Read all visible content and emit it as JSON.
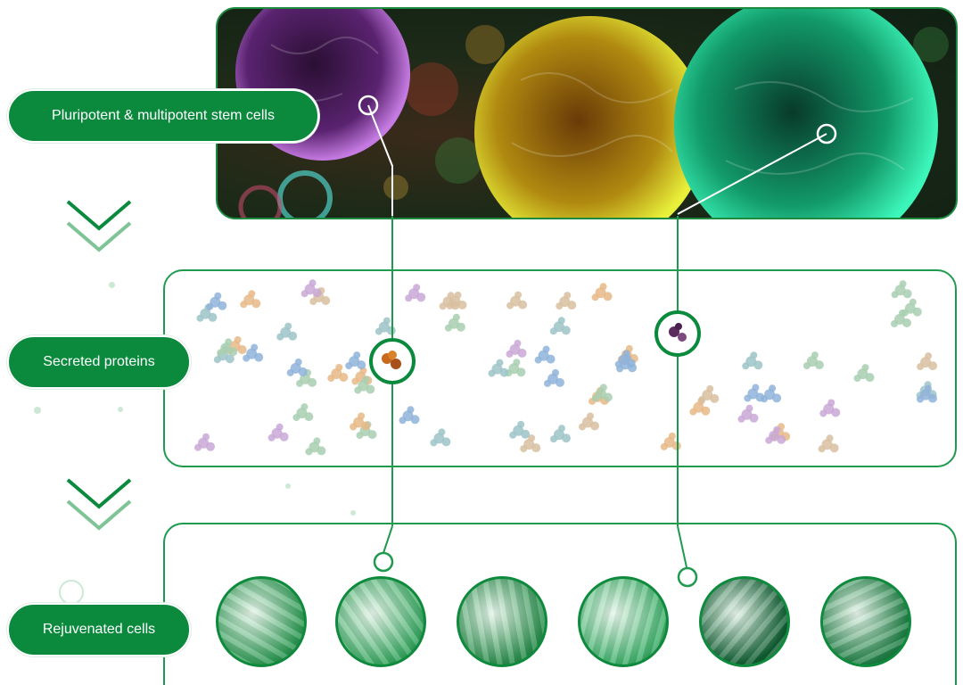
{
  "labels": {
    "stem": "Pluripotent & multipotent stem cells",
    "proteins": "Secreted proteins",
    "rejuvenated": "Rejuvenated cells"
  },
  "colors": {
    "brand_green": "#0b8a3e",
    "panel_border": "#1f9a4f",
    "stem_purple": "#8a3fa6",
    "stem_yellow": "#c9b21e",
    "stem_teal": "#1fd69a"
  },
  "rejuvenated_cells": [
    {
      "name": "epithelial-cells-image",
      "tint": "#2f9a55"
    },
    {
      "name": "fibroblast-cells-image",
      "tint": "#3aa862"
    },
    {
      "name": "immune-cell-image",
      "tint": "#2c8f4e"
    },
    {
      "name": "blood-cells-image",
      "tint": "#3fb06b"
    },
    {
      "name": "neuron-cells-image",
      "tint": "#0f5e32"
    },
    {
      "name": "white-cell-image",
      "tint": "#1f7f45"
    }
  ]
}
